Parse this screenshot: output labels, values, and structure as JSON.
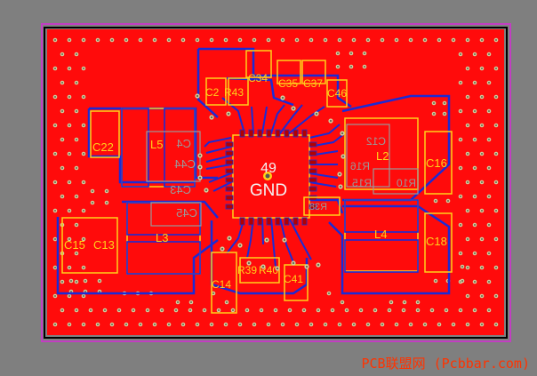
{
  "colors": {
    "background": "#7f7f7f",
    "board_outline": "#c23ec2",
    "keepout": "#000000",
    "copper_fill": "#ff0b0b",
    "trace_bottom": "#1a2bd6",
    "silkscreen": "#ffd21a",
    "mirrored_silk": "#9a9a9a",
    "via_ring": "#cfcfa0",
    "watermark": "#ff3300"
  },
  "board": {
    "center_pad_number": "49",
    "center_pad_net": "GND"
  },
  "designators": {
    "c34": "C34",
    "c35": "C35",
    "c37": "C37",
    "c46": "C46",
    "c2": "C2",
    "r43": "R43",
    "c22": "C22",
    "c16": "C16",
    "c15": "C15",
    "c13": "C13",
    "c18": "C18",
    "c14": "C14",
    "c41": "C41",
    "r39": "R39",
    "r40": "R40",
    "l2": "L2",
    "l3": "L3",
    "l4": "L4",
    "l5": "L5",
    "bottom_c44": "C44",
    "bottom_c4": "C4",
    "bottom_c43": "C43",
    "bottom_c45": "C45",
    "bottom_c12": "C12",
    "bottom_r16": "R16",
    "bottom_r10": "R10",
    "bottom_r15": "R15",
    "bottom_r38": "R38"
  },
  "watermark": "PCB联盟网 (Pcbbar.com)"
}
